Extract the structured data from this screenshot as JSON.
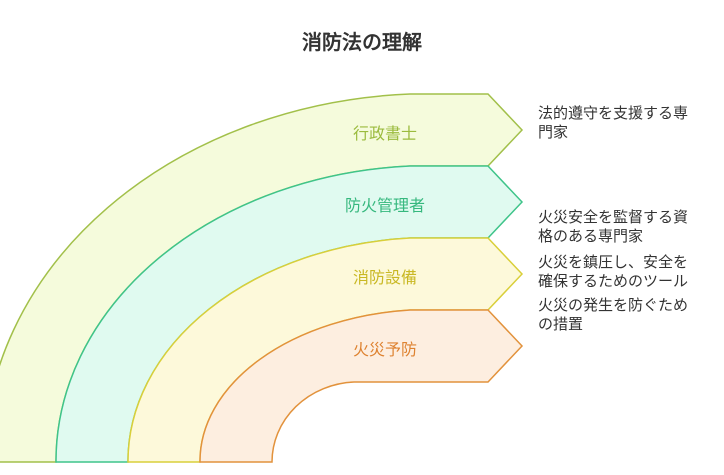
{
  "diagram": {
    "title": "消防法の理解",
    "layers": [
      {
        "label": "行政書士",
        "description_line1": "法的遵守を支援する専",
        "description_line2": "門家",
        "fill": "#f5fbdc",
        "stroke": "#a2c04a",
        "text_color": "#9bbb3e"
      },
      {
        "label": "防火管理者",
        "description_line1": "火災安全を監督する資",
        "description_line2": "格のある専門家",
        "fill": "#e0faf0",
        "stroke": "#3fc48a",
        "text_color": "#36b87e"
      },
      {
        "label": "消防設備",
        "description_line1": "火災を鎮圧し、安全を",
        "description_line2": "確保するためのツール",
        "fill": "#fdf9da",
        "stroke": "#d9cf3a",
        "text_color": "#c9b823"
      },
      {
        "label": "火災予防",
        "description_line1": "火災の発生を防ぐため",
        "description_line2": "の措置",
        "fill": "#fdeee0",
        "stroke": "#e2923c",
        "text_color": "#de8230"
      }
    ]
  }
}
